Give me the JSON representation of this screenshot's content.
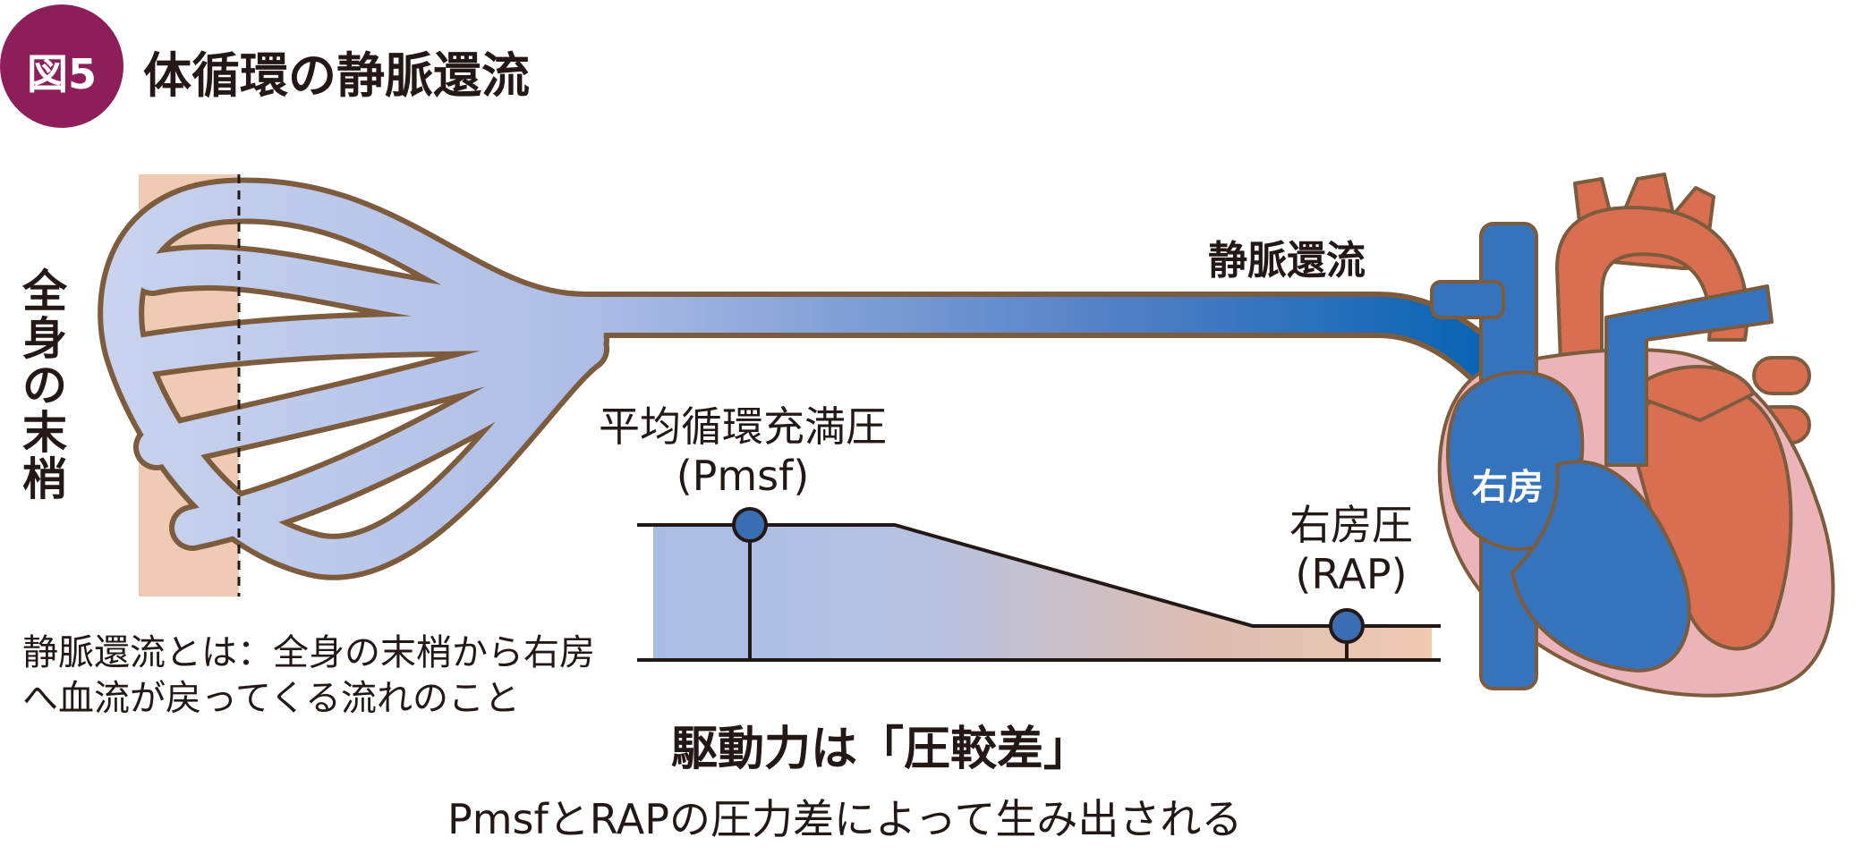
{
  "figure": {
    "badge": "図5",
    "title": "体循環の静脈還流"
  },
  "labels": {
    "periphery": "全身の末梢",
    "venous_return": "静脈還流",
    "pmsf_name": "平均循環充満圧",
    "pmsf_abbr": "(Pmsf)",
    "rap_name": "右房圧",
    "rap_abbr": "(RAP)",
    "right_atrium": "右房"
  },
  "note": {
    "definition": "静脈還流とは：全身の末梢から右房へ血流が戻ってくる流れのこと"
  },
  "caption": {
    "main": "駆動力は「圧較差」",
    "sub": "PmsfとRAPの圧力差によって生み出される"
  },
  "colors": {
    "badge": "#8e1e5a",
    "vein_light": "#c6d0ec",
    "vein_dark": "#0a65b4",
    "vessel_outline": "#7d5c3e",
    "tissue": "#efcab4",
    "heart_red": "#d96e51",
    "heart_pink": "#eab4b9",
    "marker_blue": "#3b6db3"
  }
}
